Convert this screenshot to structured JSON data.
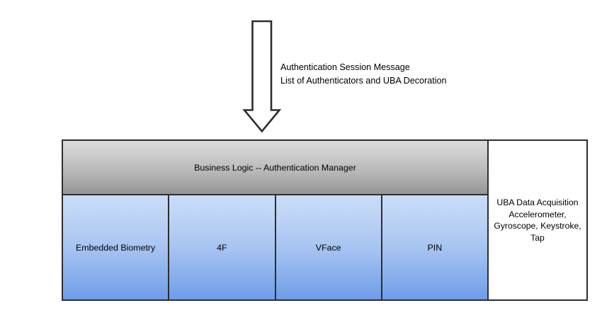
{
  "diagram": {
    "flow_arrow": {
      "direction": "down",
      "icon": "down-arrow-icon",
      "stroke_color": "#2e2e2e",
      "fill_color": "#ffffff"
    },
    "arrow_label": {
      "line1": "Authentication Session Message",
      "line2": "List of Authenticators and UBA Decoration"
    },
    "business_logic": {
      "label": "Business Logic -- Authentication Manager",
      "gradient_top": "#dcdcdc",
      "gradient_bottom": "#959595"
    },
    "authenticators": [
      {
        "label": "Embedded Biometry"
      },
      {
        "label": "4F"
      },
      {
        "label": "VFace"
      },
      {
        "label": "PIN"
      }
    ],
    "authenticator_style": {
      "gradient_top": "#c9dbf8",
      "gradient_bottom": "#6f9de8"
    },
    "uba_panel": {
      "line1": "UBA Data Acquisition",
      "line2": "Accelerometer,",
      "line3": "Gyroscope, Keystroke,",
      "line4": "Tap",
      "background": "#ffffff"
    },
    "frame": {
      "border_color": "#2e2e2e"
    }
  }
}
